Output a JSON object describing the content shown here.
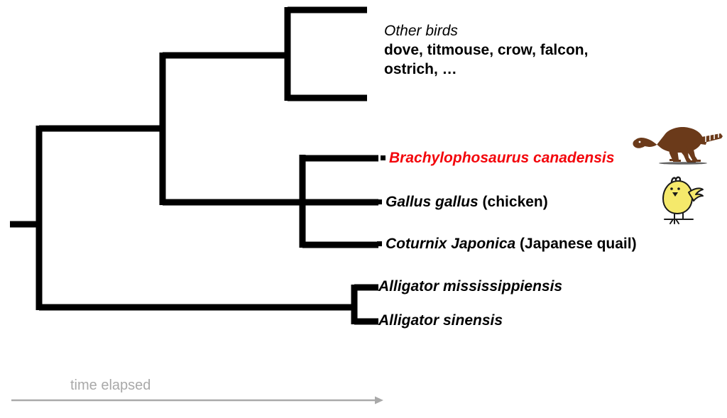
{
  "figure": {
    "type": "phylogenetic-tree-cladogram",
    "background_color": "#ffffff",
    "branch_color": "#000000",
    "extinct_taxon_color": "#f3060c",
    "axis_color": "#a9a9a9"
  },
  "clades": {
    "other_birds": {
      "title": "Other birds",
      "members": "dove, titmouse, crow, falcon, ostrich, …"
    }
  },
  "taxa": [
    {
      "id": "brachylophosaurus",
      "scientific_name": "Brachylophosaurus canadensis",
      "common_name": "",
      "status": "extinct",
      "color": "#f3060c"
    },
    {
      "id": "gallus",
      "scientific_name": "Gallus gallus",
      "common_name": "(chicken)",
      "status": "extant",
      "color": "#000000"
    },
    {
      "id": "coturnix",
      "scientific_name": "Coturnix Japonica",
      "common_name": "(Japanese quail)",
      "status": "extant",
      "color": "#000000"
    },
    {
      "id": "alligator_mississippiensis",
      "scientific_name": "Alligator mississippiensis",
      "common_name": "",
      "status": "extant",
      "color": "#000000"
    },
    {
      "id": "alligator_sinensis",
      "scientific_name": "Alligator sinensis",
      "common_name": "",
      "status": "extant",
      "color": "#000000"
    }
  ],
  "axis": {
    "label": "time elapsed",
    "direction": "left-to-right",
    "arrowhead": true
  },
  "illustrations": [
    {
      "id": "dinosaur",
      "name": "hadrosaur-silhouette",
      "color": "#6b3a1a",
      "facing": "left"
    },
    {
      "id": "chicken",
      "name": "chick-illustration",
      "body_color": "#f5e96b",
      "outline_color": "#1a1a1a",
      "facing": "left"
    }
  ]
}
